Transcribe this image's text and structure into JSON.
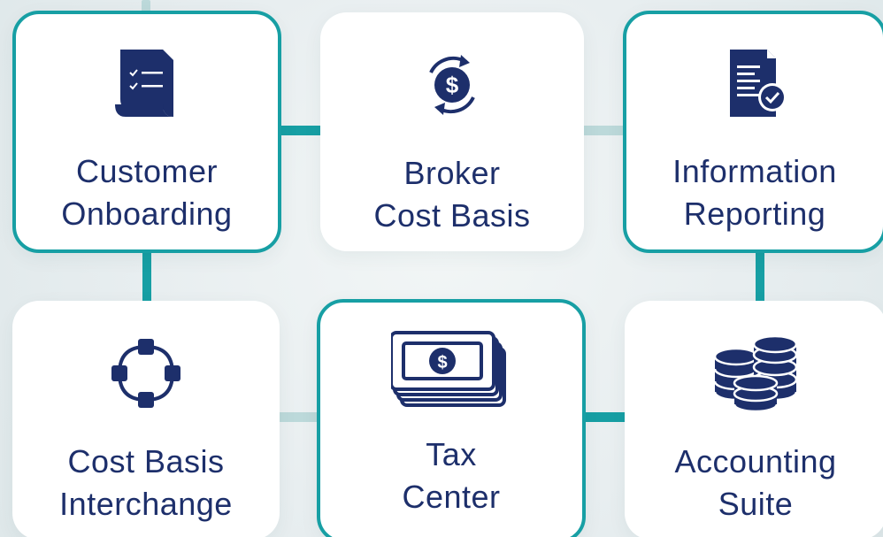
{
  "colors": {
    "accent": "#179fa4",
    "connector_faint": "#bcd9da",
    "text": "#1d2f6b",
    "icon": "#1d2f6b",
    "tile_bg": "#ffffff"
  },
  "tiles": [
    {
      "id": "customer-onboarding",
      "icon": "checklist-document-icon",
      "line1": "Customer",
      "line2": "Onboarding",
      "highlighted": true
    },
    {
      "id": "broker-cost-basis",
      "icon": "dollar-cycle-icon",
      "line1": "Broker",
      "line2": "Cost Basis",
      "highlighted": false
    },
    {
      "id": "information-reporting",
      "icon": "report-check-icon",
      "line1": "Information",
      "line2": "Reporting",
      "highlighted": true
    },
    {
      "id": "cost-basis-interchange",
      "icon": "network-nodes-icon",
      "line1": "Cost Basis",
      "line2": "Interchange",
      "highlighted": false
    },
    {
      "id": "tax-center",
      "icon": "cash-stack-icon",
      "line1": "Tax",
      "line2": "Center",
      "highlighted": true
    },
    {
      "id": "accounting-suite",
      "icon": "coin-stacks-icon",
      "line1": "Accounting",
      "line2": "Suite",
      "highlighted": false
    }
  ]
}
